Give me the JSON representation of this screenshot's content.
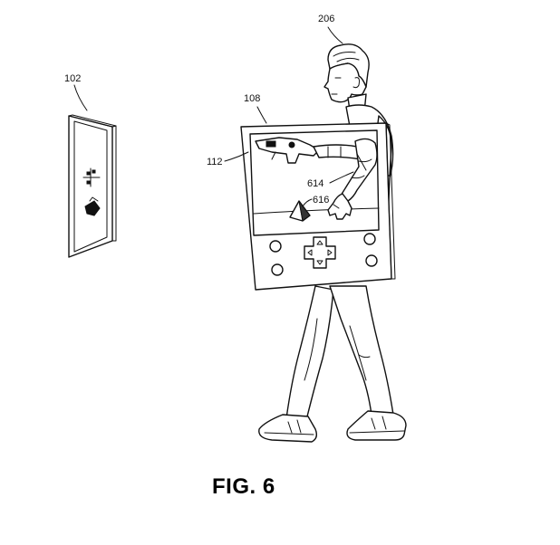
{
  "figure": {
    "caption": "FIG. 6"
  },
  "labels": {
    "display": "102",
    "user": "206",
    "device": "108",
    "screen": "112",
    "arm": "614",
    "object": "616"
  }
}
